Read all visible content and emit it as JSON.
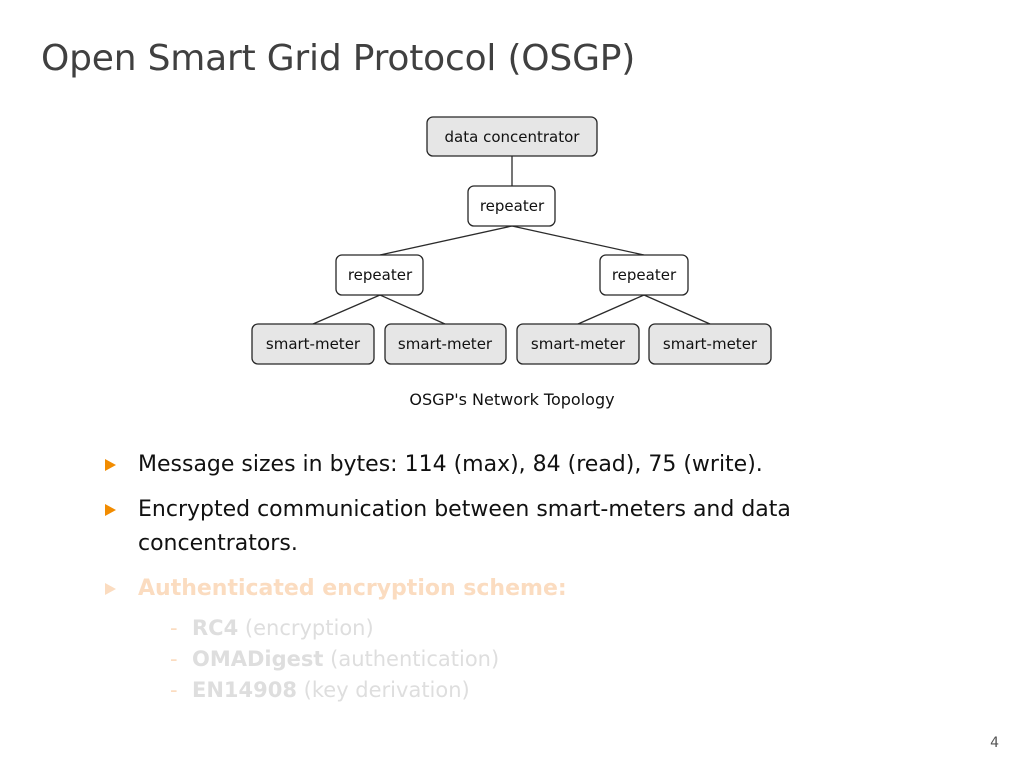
{
  "slide": {
    "title": "Open Smart Grid Protocol (OSGP)",
    "page_number": "4"
  },
  "diagram": {
    "caption": "OSGP's Network Topology",
    "nodes": {
      "data_concentrator": "data concentrator",
      "repeater_top": "repeater",
      "repeater_left": "repeater",
      "repeater_right": "repeater",
      "meter_1": "smart-meter",
      "meter_2": "smart-meter",
      "meter_3": "smart-meter",
      "meter_4": "smart-meter"
    },
    "colors": {
      "shaded_fill": "#e6e6e6",
      "plain_fill": "#ffffff",
      "border": "#262626"
    }
  },
  "bullets": [
    {
      "text": "Message sizes in bytes: 114 (max), 84 (read), 75 (write)."
    },
    {
      "text": "Encrypted communication between smart-meters and data concentrators."
    },
    {
      "text": "Authenticated encryption scheme:"
    }
  ],
  "sub_bullets": [
    {
      "dash": "-",
      "term": "RC4",
      "desc": "(encryption)"
    },
    {
      "dash": "-",
      "term": "OMADigest",
      "desc": "(authentication)"
    },
    {
      "dash": "-",
      "term": "EN14908",
      "desc": "(key derivation)"
    }
  ],
  "colors": {
    "accent": "#f28c00",
    "faded_accent": "#fbdcc0",
    "faded_text": "#dedede",
    "title": "#404040"
  }
}
